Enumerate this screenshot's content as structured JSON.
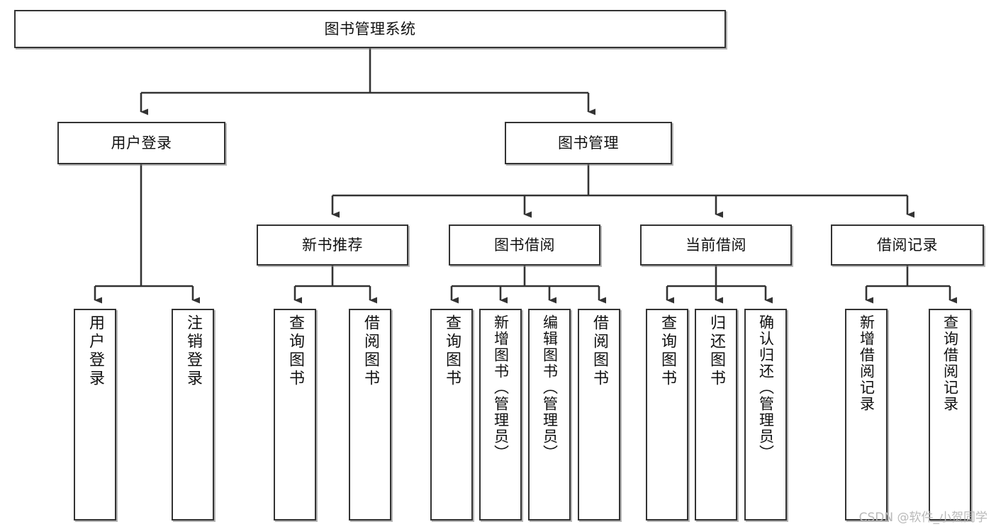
{
  "diagram": {
    "title_node": {
      "id": "root",
      "label": "图书管理系统"
    },
    "level2": [
      {
        "id": "login",
        "label": "用户登录"
      },
      {
        "id": "bookmgmt",
        "label": "图书管理"
      }
    ],
    "level3": [
      {
        "id": "newbook",
        "label": "新书推荐"
      },
      {
        "id": "borrow",
        "label": "图书借阅"
      },
      {
        "id": "current",
        "label": "当前借阅"
      },
      {
        "id": "records",
        "label": "借阅记录"
      }
    ],
    "leaves": [
      {
        "id": "leaf-user-login",
        "label": "用户登录",
        "parent": "login"
      },
      {
        "id": "leaf-user-logout",
        "label": "注销登录",
        "parent": "login"
      },
      {
        "id": "leaf-query-book-1",
        "label": "查询图书",
        "parent": "newbook"
      },
      {
        "id": "leaf-borrow-book-1",
        "label": "借阅图书",
        "parent": "newbook"
      },
      {
        "id": "leaf-query-book-2",
        "label": "查询图书",
        "parent": "borrow"
      },
      {
        "id": "leaf-add-book",
        "label": "新增图书（管理员）",
        "parent": "borrow"
      },
      {
        "id": "leaf-edit-book",
        "label": "编辑图书（管理员）",
        "parent": "borrow"
      },
      {
        "id": "leaf-borrow-book-2",
        "label": "借阅图书",
        "parent": "borrow"
      },
      {
        "id": "leaf-query-book-3",
        "label": "查询图书",
        "parent": "current"
      },
      {
        "id": "leaf-return-book",
        "label": "归还图书",
        "parent": "current"
      },
      {
        "id": "leaf-confirm-return",
        "label": "确认归还（管理员）",
        "parent": "current"
      },
      {
        "id": "leaf-add-record",
        "label": "新增借阅记录",
        "parent": "records"
      },
      {
        "id": "leaf-query-record",
        "label": "查询借阅记录",
        "parent": "records"
      }
    ],
    "colors": {
      "background": "#ffffff",
      "node_border": "#333333",
      "node_fill": "#ffffff",
      "edge": "#333333",
      "text": "#111111",
      "watermark": "#b9b9b9"
    }
  },
  "watermark": {
    "text": "CSDN @软件_小贺同学"
  }
}
